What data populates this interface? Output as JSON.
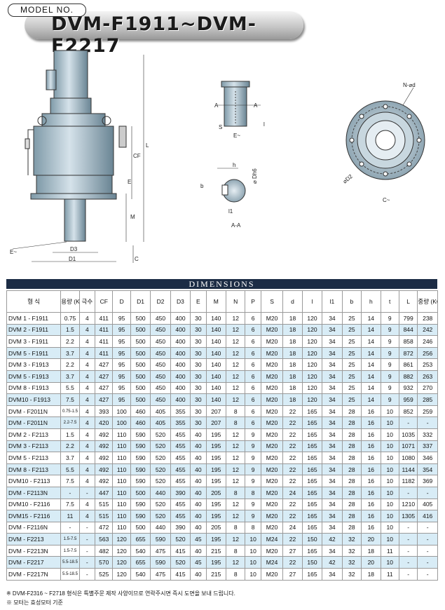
{
  "header": {
    "tag": "MODEL NO.",
    "title": "DVM-F1911~DVM-F2217"
  },
  "drawing": {
    "labels": {
      "E_left": "E~",
      "D3": "D3",
      "D1": "D1",
      "CF": "CF",
      "L": "L",
      "M": "M",
      "E_right": "E",
      "C_small": "C",
      "A1": "A",
      "A2": "A",
      "S": "S",
      "E_tilde": "E~",
      "l": "l",
      "h": "h",
      "b": "b",
      "dh6": "⌀ Dh6",
      "l1": "l1",
      "AA": "A-A",
      "Nd": "N-⌀d",
      "D2": "⌀D2",
      "C": "C~"
    }
  },
  "dimensions_title": "DIMENSIONS",
  "table": {
    "headers": [
      "형 식",
      "용량 (KW)",
      "극수",
      "CF",
      "D",
      "D1",
      "D2",
      "D3",
      "E",
      "M",
      "N",
      "P",
      "S",
      "d",
      "l",
      "l1",
      "b",
      "h",
      "t",
      "L",
      "중량 (KG)"
    ],
    "rows": [
      [
        "DVM 1 - F1911",
        "0.75",
        "4",
        "411",
        "95",
        "500",
        "450",
        "400",
        "30",
        "140",
        "12",
        "6",
        "M20",
        "18",
        "120",
        "34",
        "25",
        "14",
        "9",
        "799",
        "238"
      ],
      [
        "DVM 2 - F1911",
        "1.5",
        "4",
        "411",
        "95",
        "500",
        "450",
        "400",
        "30",
        "140",
        "12",
        "6",
        "M20",
        "18",
        "120",
        "34",
        "25",
        "14",
        "9",
        "844",
        "242"
      ],
      [
        "DVM 3 - F1911",
        "2.2",
        "4",
        "411",
        "95",
        "500",
        "450",
        "400",
        "30",
        "140",
        "12",
        "6",
        "M20",
        "18",
        "120",
        "34",
        "25",
        "14",
        "9",
        "858",
        "246"
      ],
      [
        "DVM 5 - F1911",
        "3.7",
        "4",
        "411",
        "95",
        "500",
        "450",
        "400",
        "30",
        "140",
        "12",
        "6",
        "M20",
        "18",
        "120",
        "34",
        "25",
        "14",
        "9",
        "872",
        "256"
      ],
      [
        "DVM 3 - F1913",
        "2.2",
        "4",
        "427",
        "95",
        "500",
        "450",
        "400",
        "30",
        "140",
        "12",
        "6",
        "M20",
        "18",
        "120",
        "34",
        "25",
        "14",
        "9",
        "861",
        "253"
      ],
      [
        "DVM 5 - F1913",
        "3.7",
        "4",
        "427",
        "95",
        "500",
        "450",
        "400",
        "30",
        "140",
        "12",
        "6",
        "M20",
        "18",
        "120",
        "34",
        "25",
        "14",
        "9",
        "882",
        "263"
      ],
      [
        "DVM 8 - F1913",
        "5.5",
        "4",
        "427",
        "95",
        "500",
        "450",
        "400",
        "30",
        "140",
        "12",
        "6",
        "M20",
        "18",
        "120",
        "34",
        "25",
        "14",
        "9",
        "932",
        "270"
      ],
      [
        "DVM10 - F1913",
        "7.5",
        "4",
        "427",
        "95",
        "500",
        "450",
        "400",
        "30",
        "140",
        "12",
        "6",
        "M20",
        "18",
        "120",
        "34",
        "25",
        "14",
        "9",
        "959",
        "285"
      ],
      [
        "DVM - F2011N",
        "0.75-1.5",
        "4",
        "393",
        "100",
        "460",
        "405",
        "355",
        "30",
        "207",
        "8",
        "6",
        "M20",
        "22",
        "165",
        "34",
        "28",
        "16",
        "10",
        "852",
        "259"
      ],
      [
        "DVM - F2011N",
        "2.2-7.5",
        "4",
        "420",
        "100",
        "460",
        "405",
        "355",
        "30",
        "207",
        "8",
        "6",
        "M20",
        "22",
        "165",
        "34",
        "28",
        "16",
        "10",
        "-",
        "-"
      ],
      [
        "DVM 2 - F2113",
        "1.5",
        "4",
        "492",
        "110",
        "590",
        "520",
        "455",
        "40",
        "195",
        "12",
        "9",
        "M20",
        "22",
        "165",
        "34",
        "28",
        "16",
        "10",
        "1035",
        "332"
      ],
      [
        "DVM 3 - F2113",
        "2.2",
        "4",
        "492",
        "110",
        "590",
        "520",
        "455",
        "40",
        "195",
        "12",
        "9",
        "M20",
        "22",
        "165",
        "34",
        "28",
        "16",
        "10",
        "1071",
        "337"
      ],
      [
        "DVM 5 - F2113",
        "3.7",
        "4",
        "492",
        "110",
        "590",
        "520",
        "455",
        "40",
        "195",
        "12",
        "9",
        "M20",
        "22",
        "165",
        "34",
        "28",
        "16",
        "10",
        "1080",
        "346"
      ],
      [
        "DVM 8 - F2113",
        "5.5",
        "4",
        "492",
        "110",
        "590",
        "520",
        "455",
        "40",
        "195",
        "12",
        "9",
        "M20",
        "22",
        "165",
        "34",
        "28",
        "16",
        "10",
        "1144",
        "354"
      ],
      [
        "DVM10 - F2113",
        "7.5",
        "4",
        "492",
        "110",
        "590",
        "520",
        "455",
        "40",
        "195",
        "12",
        "9",
        "M20",
        "22",
        "165",
        "34",
        "28",
        "16",
        "10",
        "1182",
        "369"
      ],
      [
        "DVM - F2113N",
        "-",
        "-",
        "447",
        "110",
        "500",
        "440",
        "390",
        "40",
        "205",
        "8",
        "8",
        "M20",
        "24",
        "165",
        "34",
        "28",
        "16",
        "10",
        "-",
        "-"
      ],
      [
        "DVM10 - F2116",
        "7.5",
        "4",
        "515",
        "110",
        "590",
        "520",
        "455",
        "40",
        "195",
        "12",
        "9",
        "M20",
        "22",
        "165",
        "34",
        "28",
        "16",
        "10",
        "1210",
        "405"
      ],
      [
        "DVM15 - F2116",
        "11",
        "4",
        "515",
        "110",
        "590",
        "520",
        "455",
        "40",
        "195",
        "12",
        "9",
        "M20",
        "22",
        "165",
        "34",
        "28",
        "16",
        "10",
        "1305",
        "416"
      ],
      [
        "DVM - F2116N",
        "-",
        "-",
        "472",
        "110",
        "500",
        "440",
        "390",
        "40",
        "205",
        "8",
        "8",
        "M20",
        "24",
        "165",
        "34",
        "28",
        "16",
        "10",
        "-",
        "-"
      ],
      [
        "DVM - F2213",
        "1.5-7.5",
        "-",
        "563",
        "120",
        "655",
        "590",
        "520",
        "45",
        "195",
        "12",
        "10",
        "M24",
        "22",
        "150",
        "42",
        "32",
        "20",
        "10",
        "-",
        "-"
      ],
      [
        "DVM - F2213N",
        "1.5-7.5",
        "-",
        "482",
        "120",
        "540",
        "475",
        "415",
        "40",
        "215",
        "8",
        "10",
        "M20",
        "27",
        "165",
        "34",
        "32",
        "18",
        "11",
        "-",
        "-"
      ],
      [
        "DVM - F2217",
        "5.5-18.5",
        "-",
        "570",
        "120",
        "655",
        "590",
        "520",
        "45",
        "195",
        "12",
        "10",
        "M24",
        "22",
        "150",
        "42",
        "32",
        "20",
        "10",
        "-",
        "-"
      ],
      [
        "DVM - F2217N",
        "5.5-18.5",
        "-",
        "525",
        "120",
        "540",
        "475",
        "415",
        "40",
        "215",
        "8",
        "10",
        "M20",
        "27",
        "165",
        "34",
        "32",
        "18",
        "11",
        "-",
        "-"
      ]
    ]
  },
  "notes": [
    "※ DVM-F2316 ~ F2718 형식은 특별주문 제작 사양이므로 연락주시면 즉시 도면을 보내 드립니다.",
    "※ 모터는 효성모터 기준"
  ]
}
